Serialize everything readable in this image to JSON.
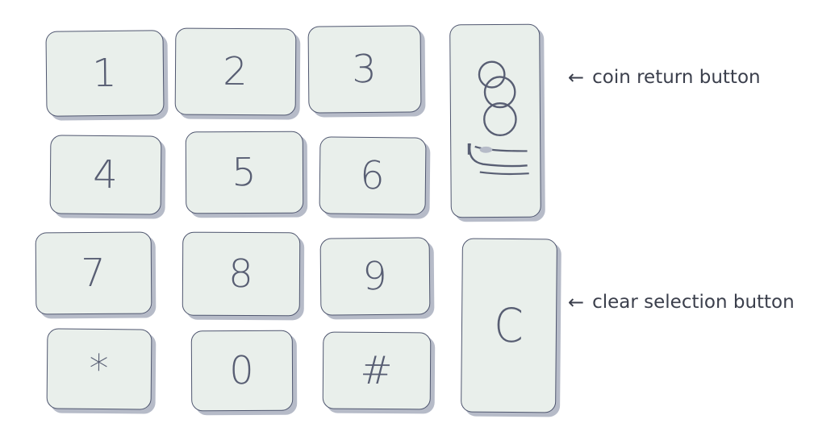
{
  "keypad": {
    "keys": {
      "k1": "1",
      "k2": "2",
      "k3": "3",
      "k4": "4",
      "k5": "5",
      "k6": "6",
      "k7": "7",
      "k8": "8",
      "k9": "9",
      "kstar": "*",
      "k0": "0",
      "khash": "#",
      "clear": "C"
    }
  },
  "annotations": {
    "coin_return": "coin return button",
    "clear_selection": "clear selection button",
    "arrow_glyph": "←"
  },
  "colors": {
    "key_fill": "#e9efeb",
    "key_stroke": "#4f566f",
    "key_shadow": "#b6bbc8",
    "text": "#3b3f4c"
  },
  "icons": {
    "coin_return": "coin-return-icon",
    "arrow": "left-arrow-icon"
  }
}
